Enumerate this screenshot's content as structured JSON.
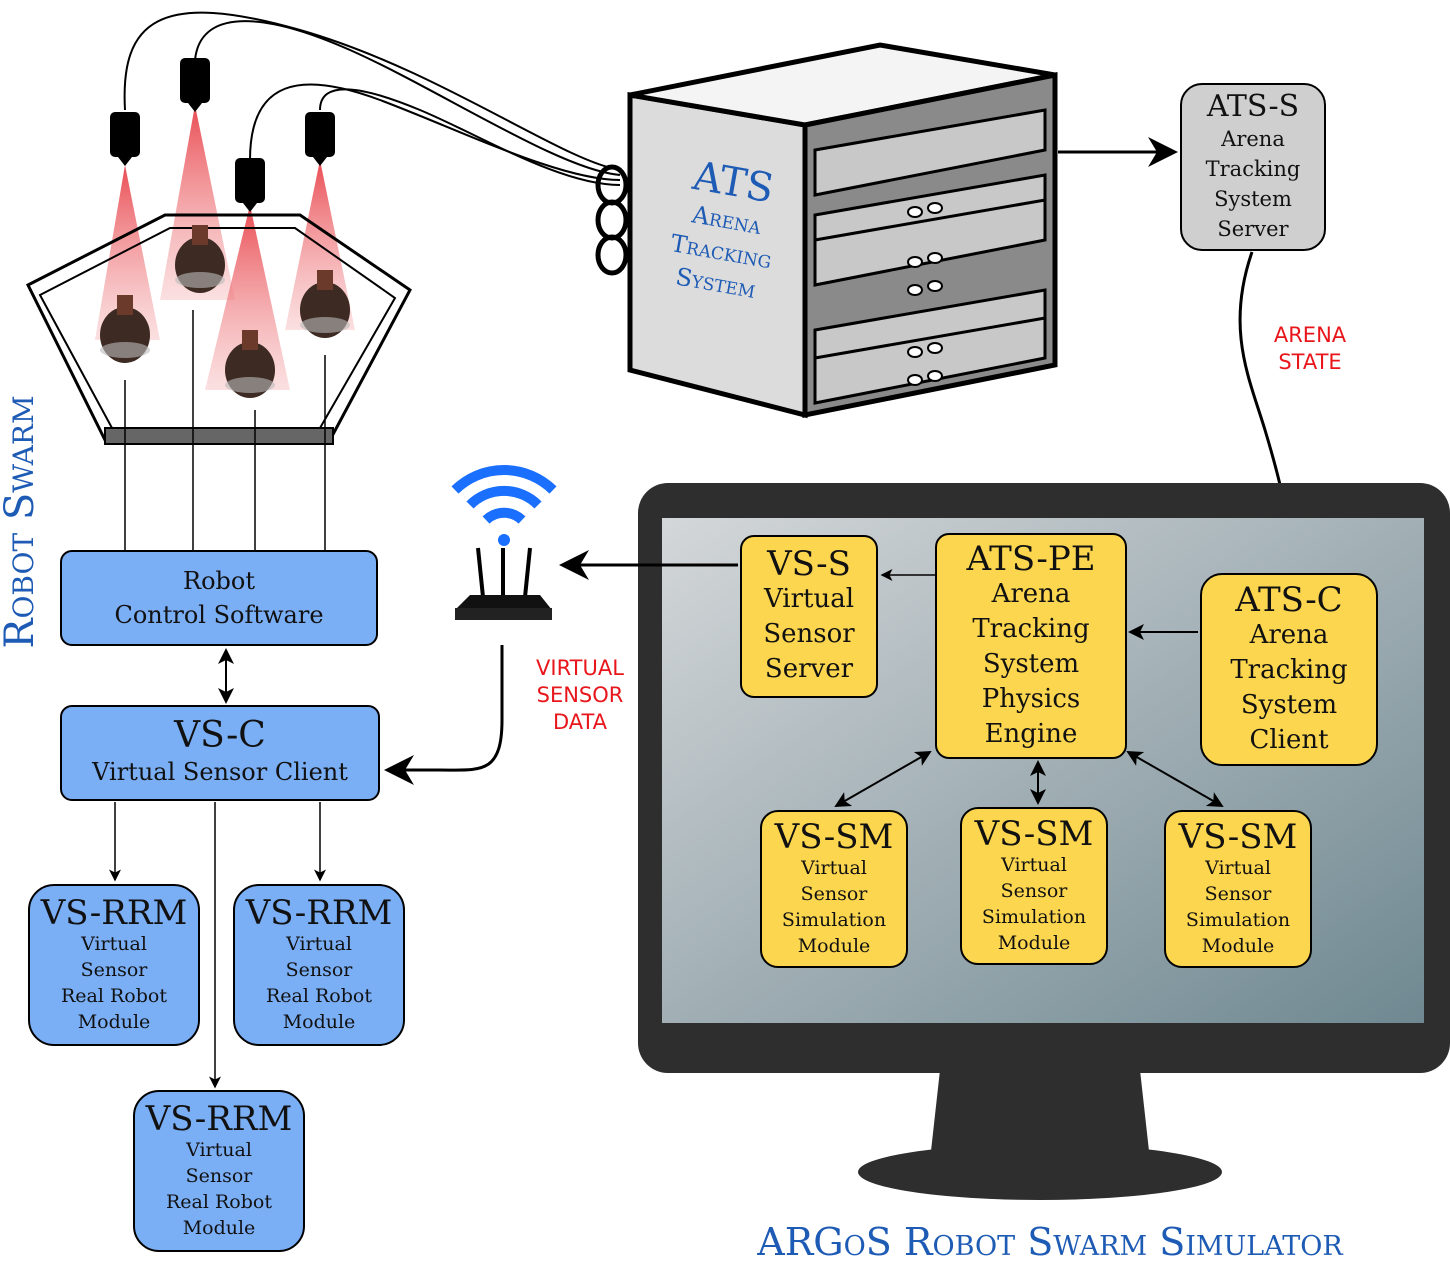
{
  "labels": {
    "robot_swarm": "Robot Swarm",
    "argos": "ARGoS Robot Swarm Simulator",
    "ats_server_rack": [
      "ATS",
      "Arena",
      "Tracking",
      "System"
    ],
    "arena_state": [
      "ARENA",
      "STATE"
    ],
    "virtual_sensor_data": [
      "VIRTUAL",
      "SENSOR",
      "DATA"
    ]
  },
  "boxes": {
    "ats_s": {
      "title": "ATS-S",
      "lines": [
        "Arena",
        "Tracking",
        "System",
        "Server"
      ]
    },
    "robot_control": {
      "lines": [
        "Robot",
        "Control Software"
      ]
    },
    "vs_c": {
      "title": "VS-C",
      "lines": [
        "Virtual Sensor Client"
      ]
    },
    "vs_rrm": {
      "title": "VS-RRM",
      "lines": [
        "Virtual",
        "Sensor",
        "Real Robot",
        "Module"
      ]
    },
    "vs_s": {
      "title": "VS-S",
      "lines": [
        "Virtual",
        "Sensor",
        "Server"
      ]
    },
    "ats_pe": {
      "title": "ATS-PE",
      "lines": [
        "Arena",
        "Tracking",
        "System",
        "Physics",
        "Engine"
      ]
    },
    "ats_c": {
      "title": "ATS-C",
      "lines": [
        "Arena",
        "Tracking",
        "System",
        "Client"
      ]
    },
    "vs_sm": {
      "title": "VS-SM",
      "lines": [
        "Virtual",
        "Sensor",
        "Simulation",
        "Module"
      ]
    }
  },
  "colors": {
    "blue_box": "#7aaef5",
    "yellow_box": "#fcd64f",
    "grey_box": "#cfcfcf",
    "label_red": "#e8161b",
    "label_blue": "#1e5bb5",
    "monitor_frame": "#2e2e2e",
    "wifi_blue": "#1a6fff",
    "camera_beam": "#e8434a"
  },
  "icons": [
    "camera-icon",
    "server-rack-icon",
    "wifi-router-icon",
    "monitor-icon",
    "arena-icon",
    "robot-icon"
  ]
}
